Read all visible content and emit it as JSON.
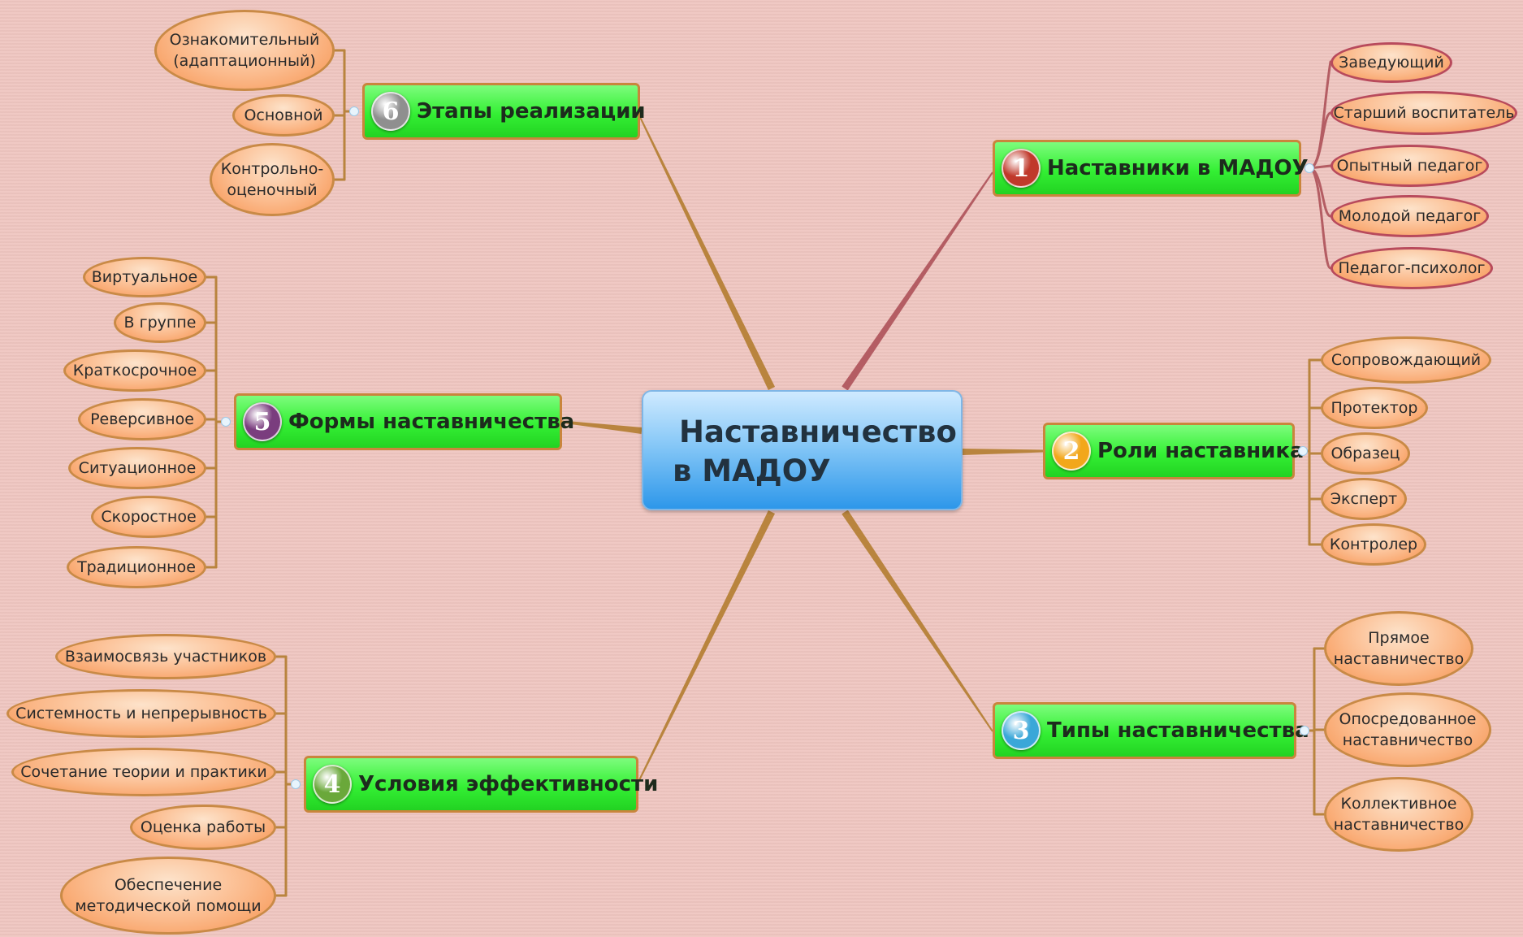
{
  "central": {
    "line1": "Наставничество",
    "line2": "в МАДОУ"
  },
  "branches": [
    {
      "num": "1",
      "title": "Наставники в МАДОУ",
      "leaves": [
        "Заведующий",
        "Старший воспитатель",
        "Опытный педагог",
        "Молодой педагог",
        "Педагог-психолог"
      ]
    },
    {
      "num": "2",
      "title": "Роли наставника",
      "leaves": [
        "Сопровождающий",
        "Протектор",
        "Образец",
        "Эксперт",
        "Контролер"
      ]
    },
    {
      "num": "3",
      "title": "Типы наставничества",
      "leaves": [
        "Прямое\nнаставничество",
        "Опосредованное\nнаставничество",
        "Коллективное\nнаставничество"
      ]
    },
    {
      "num": "4",
      "title": "Условия эффективности",
      "leaves": [
        "Взаимосвязь участников",
        "Системность и непрерывность",
        "Сочетание теории и практики",
        "Оценка работы",
        "Обеспечение\nметодической помощи"
      ]
    },
    {
      "num": "5",
      "title": "Формы наставничества",
      "leaves": [
        "Виртуальное",
        "В группе",
        "Краткосрочное",
        "Реверсивное",
        "Ситуационное",
        "Скоростное",
        "Традиционное"
      ]
    },
    {
      "num": "6",
      "title": "Этапы реализации",
      "leaves": [
        "Ознакомительный\n(адаптационный)",
        "Основной",
        "Контрольно-\nоценочный"
      ]
    }
  ],
  "colors": {
    "num1": "#c0392b",
    "num2": "#f2a71b",
    "num3": "#3aa7d8",
    "num4": "#6aa83a",
    "num5": "#7a3d7e",
    "num6": "#8f8f8f",
    "branch_line": "#b9843e",
    "branch1_line": "#b45d63"
  }
}
